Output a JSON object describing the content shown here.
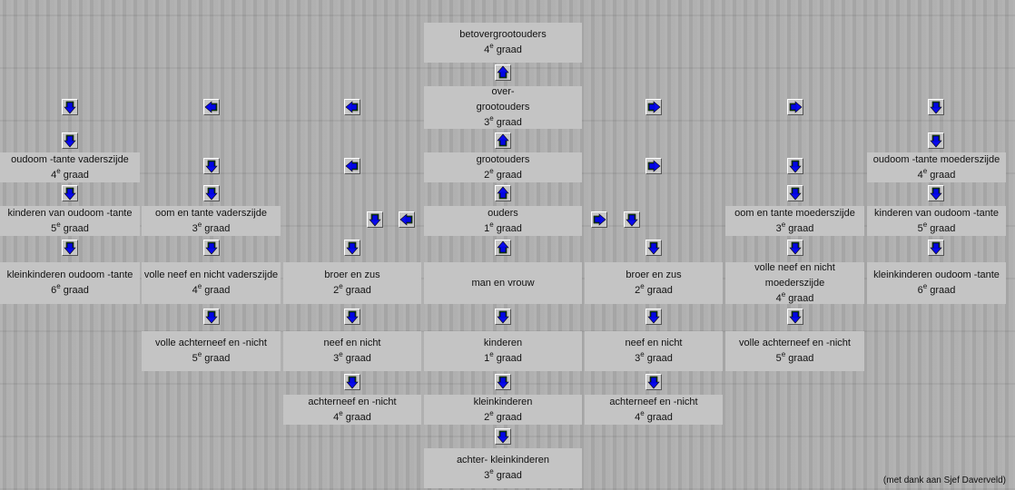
{
  "boxes": {
    "betovergrootouders": {
      "line1": "betovergrootouders",
      "deg": "4",
      "sup": "e",
      "word": " graad"
    },
    "overgrootouders": {
      "line1": "over-",
      "line2": "grootouders",
      "deg": "3",
      "sup": "e",
      "word": " graad"
    },
    "oudoom_v": {
      "line1": "oudoom -tante vaderszijde",
      "deg": "4",
      "sup": "e",
      "word": " graad"
    },
    "grootouders": {
      "line1": "grootouders",
      "deg": "2",
      "sup": "e",
      "word": " graad"
    },
    "oudoom_m": {
      "line1": "oudoom -tante moederszijde",
      "deg": "4",
      "sup": "e",
      "word": " graad"
    },
    "kind_oudoom_v": {
      "line1": "kinderen van oudoom -tante",
      "deg": "5",
      "sup": "e",
      "word": " graad"
    },
    "oom_v": {
      "line1": "oom en tante vaderszijde",
      "deg": "3",
      "sup": "e",
      "word": " graad"
    },
    "ouders": {
      "line1": "ouders",
      "deg": "1",
      "sup": "e",
      "word": " graad"
    },
    "oom_m": {
      "line1": "oom en tante moederszijde",
      "deg": "3",
      "sup": "e",
      "word": " graad"
    },
    "kind_oudoom_m": {
      "line1": "kinderen van oudoom -tante",
      "deg": "5",
      "sup": "e",
      "word": " graad"
    },
    "klein_oudoom_v": {
      "line1": "kleinkinderen oudoom -tante",
      "deg": "6",
      "sup": "e",
      "word": " graad"
    },
    "neef_v": {
      "line1": "volle neef en nicht vaderszijde",
      "deg": "4",
      "sup": "e",
      "word": " graad"
    },
    "broer_l": {
      "line1": "broer en zus",
      "deg": "2",
      "sup": "e",
      "word": " graad"
    },
    "man_vrouw": {
      "line1": "man en vrouw"
    },
    "broer_r": {
      "line1": "broer en zus",
      "deg": "2",
      "sup": "e",
      "word": " graad"
    },
    "neef_m": {
      "line1": "volle neef en nicht",
      "line2": "moederszijde",
      "deg": "4",
      "sup": "e",
      "word": " graad"
    },
    "klein_oudoom_m": {
      "line1": "kleinkinderen oudoom -tante",
      "deg": "6",
      "sup": "e",
      "word": " graad"
    },
    "achterneef_v": {
      "line1": "volle achterneef en -nicht",
      "deg": "5",
      "sup": "e",
      "word": " graad"
    },
    "neefnicht_l": {
      "line1": "neef en nicht",
      "deg": "3",
      "sup": "e",
      "word": " graad"
    },
    "kinderen": {
      "line1": "kinderen",
      "deg": "1",
      "sup": "e",
      "word": " graad"
    },
    "neefnicht_r": {
      "line1": "neef en nicht",
      "deg": "3",
      "sup": "e",
      "word": " graad"
    },
    "achterneef_m": {
      "line1": "volle achterneef en -nicht",
      "deg": "5",
      "sup": "e",
      "word": " graad"
    },
    "achterneef2_l": {
      "line1": "achterneef en -nicht",
      "deg": "4",
      "sup": "e",
      "word": " graad"
    },
    "kleinkinderen": {
      "line1": "kleinkinderen",
      "deg": "2",
      "sup": "e",
      "word": " graad"
    },
    "achterneef2_r": {
      "line1": "achterneef en -nicht",
      "deg": "4",
      "sup": "e",
      "word": " graad"
    },
    "achterkleinkinderen": {
      "line1": "achter- kleinkinderen",
      "deg": "3",
      "sup": "e",
      "word": " graad"
    }
  },
  "credit": "(met dank aan Sjef Daverveld)",
  "colors": {
    "box": "#c4c4c4",
    "arrow_blue": "#0000ee",
    "arrow_green": "#1a7a1a"
  }
}
